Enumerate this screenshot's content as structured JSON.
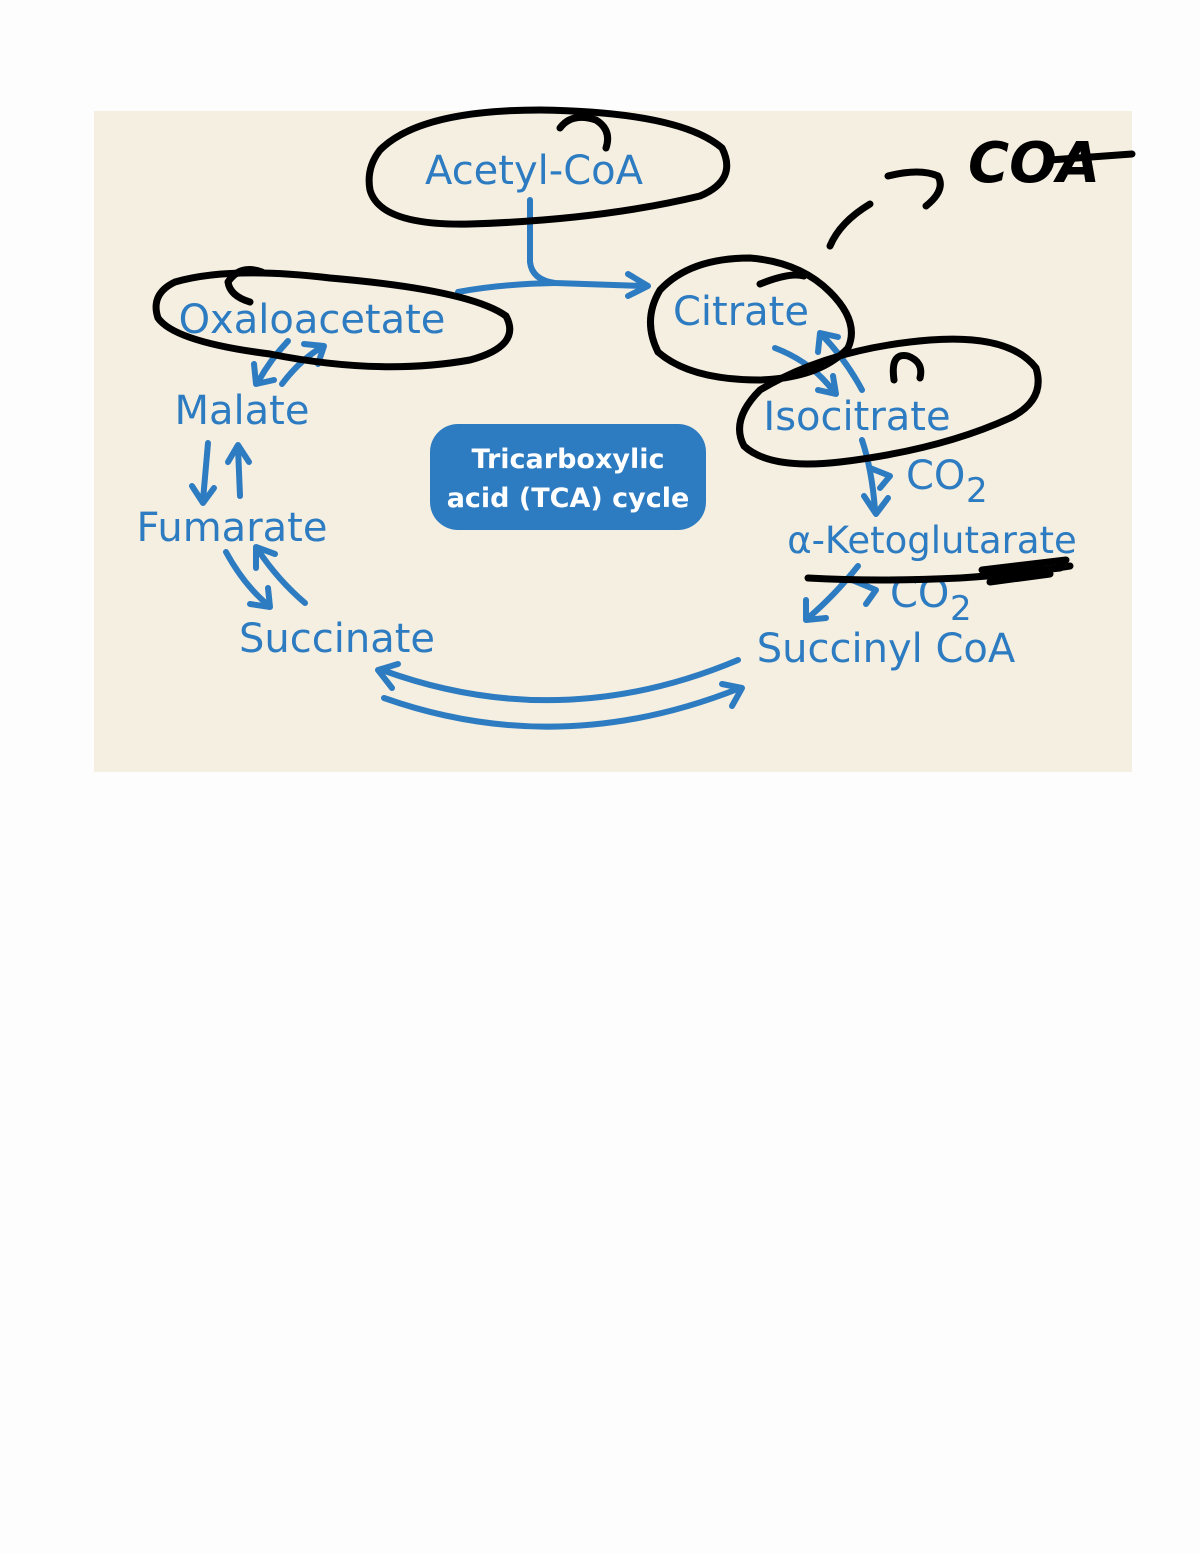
{
  "colors": {
    "panel_background": "#f4efe1",
    "page_background": "#fdfdfd",
    "metabolite_blue": "#2d7bc1",
    "center_box_blue": "#2d7bc1",
    "handwriting_ink": "#000000"
  },
  "diagram": {
    "metabolites": {
      "acetyl_coa": "Acetyl-CoA",
      "citrate": "Citrate",
      "isocitrate": "Isocitrate",
      "alpha_ketoglutarate": "α-Ketoglutarate",
      "succinyl_coa": "Succinyl CoA",
      "succinate": "Succinate",
      "fumarate": "Fumarate",
      "malate": "Malate",
      "oxaloacetate": "Oxaloacetate"
    },
    "byproducts": {
      "co2_first": "CO",
      "co2_first_sub": "2",
      "co2_second": "CO",
      "co2_second_sub": "2"
    },
    "center_box": {
      "line1": "Tricarboxylic",
      "line2": "acid (TCA) cycle"
    }
  },
  "annotations": {
    "handwritten_text": "COA"
  }
}
